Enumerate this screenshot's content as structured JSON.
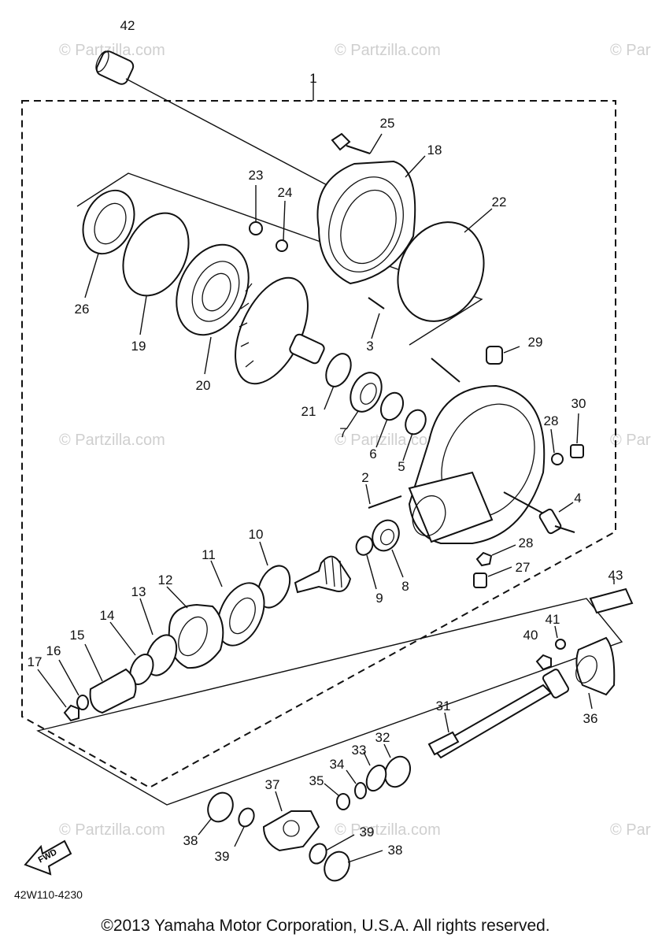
{
  "watermark": "© Partzilla.com",
  "diagram_code": "42W110-4230",
  "fwd_label": "FWD",
  "copyright": "©2013 Yamaha Motor Corporation, U.S.A. All rights reserved.",
  "callouts": [
    "42",
    "1",
    "25",
    "18",
    "23",
    "24",
    "22",
    "26",
    "19",
    "20",
    "3",
    "29",
    "21",
    "7",
    "6",
    "5",
    "28",
    "30",
    "2",
    "4",
    "10",
    "11",
    "28",
    "27",
    "9",
    "8",
    "12",
    "13",
    "14",
    "43",
    "15",
    "16",
    "17",
    "41",
    "40",
    "36",
    "31",
    "32",
    "33",
    "34",
    "35",
    "37",
    "38",
    "39",
    "39",
    "38"
  ]
}
